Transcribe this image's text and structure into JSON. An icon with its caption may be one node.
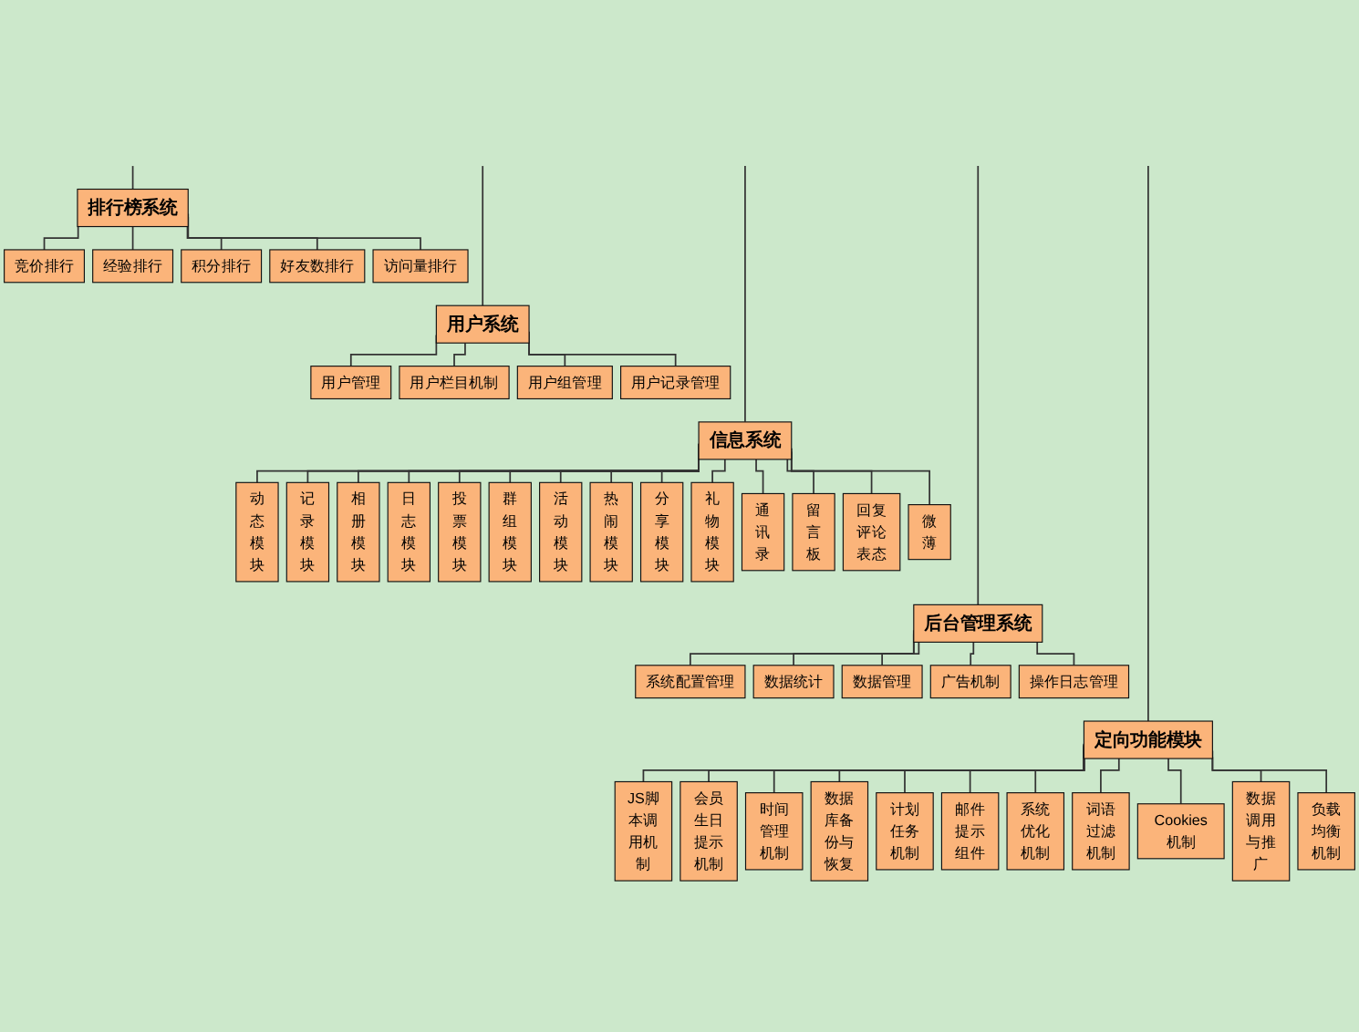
{
  "diagram": {
    "nodes": [
      {
        "text": [
          "排行榜系统"
        ]
      },
      {
        "text": [
          "竞价排行"
        ]
      },
      {
        "text": [
          "经验排行"
        ]
      },
      {
        "text": [
          "积分排行"
        ]
      },
      {
        "text": [
          "好友数排行"
        ]
      },
      {
        "text": [
          "访问量排行"
        ]
      },
      {
        "text": [
          "用户系统"
        ]
      },
      {
        "text": [
          "用户管理"
        ]
      },
      {
        "text": [
          "用户栏目机制"
        ]
      },
      {
        "text": [
          "用户组管理"
        ]
      },
      {
        "text": [
          "用户记录管理"
        ]
      },
      {
        "text": [
          "信息系统"
        ]
      },
      {
        "text": [
          "动态模块"
        ]
      },
      {
        "text": [
          "记录模块"
        ]
      },
      {
        "text": [
          "相册模块"
        ]
      },
      {
        "text": [
          "日志模块"
        ]
      },
      {
        "text": [
          "投票模块"
        ]
      },
      {
        "text": [
          "群组模块"
        ]
      },
      {
        "text": [
          "活动模块"
        ]
      },
      {
        "text": [
          "热闹模块"
        ]
      },
      {
        "text": [
          "分享模块"
        ]
      },
      {
        "text": [
          "礼物模块"
        ]
      },
      {
        "text": [
          "通讯录"
        ]
      },
      {
        "text": [
          "留言板"
        ]
      },
      {
        "text": [
          "回复评论表态"
        ]
      },
      {
        "text": [
          "微薄"
        ]
      },
      {
        "text": [
          "后台管理系统"
        ]
      },
      {
        "text": [
          "系统配置管理"
        ]
      },
      {
        "text": [
          "数据统计"
        ]
      },
      {
        "text": [
          "数据管理"
        ]
      },
      {
        "text": [
          "广告机制"
        ]
      },
      {
        "text": [
          "操作日志管理"
        ]
      },
      {
        "text": [
          "定向功能模块"
        ]
      },
      {
        "text": [
          "JS脚本调用机制"
        ]
      },
      {
        "text": [
          "会员生日提示机制"
        ]
      },
      {
        "text": [
          "时间管理机制"
        ]
      },
      {
        "text": [
          "数据库备份与恢复"
        ]
      },
      {
        "text": [
          "计划任务机制"
        ]
      },
      {
        "text": [
          "邮件提示组件"
        ]
      },
      {
        "text": [
          "系统优化机制"
        ]
      },
      {
        "text": [
          "词语过滤机制"
        ]
      },
      {
        "text": [
          "Cookies机制"
        ]
      },
      {
        "text": [
          "数据调用与推广"
        ]
      },
      {
        "text": [
          "负载均衡机制"
        ]
      }
    ],
    "edges": [
      {
        "from": null,
        "to": 0,
        "arrow": "none"
      },
      {
        "from": 0,
        "to": 1,
        "arrow": "none"
      },
      {
        "from": 0,
        "to": 2,
        "arrow": "none"
      },
      {
        "from": 0,
        "to": 3,
        "arrow": "none"
      },
      {
        "from": 0,
        "to": 4,
        "arrow": "none"
      },
      {
        "from": 0,
        "to": 5,
        "arrow": "none"
      },
      {
        "from": null,
        "to": 6,
        "arrow": "none"
      },
      {
        "from": 6,
        "to": 7,
        "arrow": "none"
      },
      {
        "from": 6,
        "to": 8,
        "arrow": "none"
      },
      {
        "from": 6,
        "to": 9,
        "arrow": "none"
      },
      {
        "from": 6,
        "to": 10,
        "arrow": "none"
      },
      {
        "from": null,
        "to": 11,
        "arrow": "none"
      },
      {
        "from": 11,
        "to": 12,
        "arrow": "none"
      },
      {
        "from": 11,
        "to": 13,
        "arrow": "none"
      },
      {
        "from": 11,
        "to": 14,
        "arrow": "none"
      },
      {
        "from": 11,
        "to": 15,
        "arrow": "none"
      },
      {
        "from": 11,
        "to": 16,
        "arrow": "none"
      },
      {
        "from": 11,
        "to": 17,
        "arrow": "none"
      },
      {
        "from": 11,
        "to": 18,
        "arrow": "none"
      },
      {
        "from": 11,
        "to": 19,
        "arrow": "none"
      },
      {
        "from": 11,
        "to": 20,
        "arrow": "none"
      },
      {
        "from": 11,
        "to": 21,
        "arrow": "none"
      },
      {
        "from": 11,
        "to": 22,
        "arrow": "none"
      },
      {
        "from": 11,
        "to": 23,
        "arrow": "none"
      },
      {
        "from": 11,
        "to": 24,
        "arrow": "none"
      },
      {
        "from": 11,
        "to": 25,
        "arrow": "none"
      },
      {
        "from": null,
        "to": 26,
        "arrow": "none"
      },
      {
        "from": 26,
        "to": 27,
        "arrow": "none"
      },
      {
        "from": 26,
        "to": 28,
        "arrow": "none"
      },
      {
        "from": 26,
        "to": 29,
        "arrow": "none"
      },
      {
        "from": 26,
        "to": 30,
        "arrow": "none"
      },
      {
        "from": 26,
        "to": 31,
        "arrow": "none"
      },
      {
        "from": null,
        "to": 32,
        "arrow": "none"
      },
      {
        "from": 32,
        "to": 33,
        "arrow": "none"
      },
      {
        "from": 32,
        "to": 34,
        "arrow": "none"
      },
      {
        "from": 32,
        "to": 35,
        "arrow": "none"
      },
      {
        "from": 32,
        "to": 36,
        "arrow": "none"
      },
      {
        "from": 32,
        "to": 37,
        "arrow": "none"
      },
      {
        "from": 32,
        "to": 38,
        "arrow": "none"
      },
      {
        "from": 32,
        "to": 39,
        "arrow": "none"
      },
      {
        "from": 32,
        "to": 40,
        "arrow": "none"
      },
      {
        "from": 32,
        "to": 41,
        "arrow": "none"
      },
      {
        "from": 32,
        "to": 42,
        "arrow": "none"
      },
      {
        "from": 32,
        "to": 43,
        "arrow": "none"
      }
    ]
  }
}
